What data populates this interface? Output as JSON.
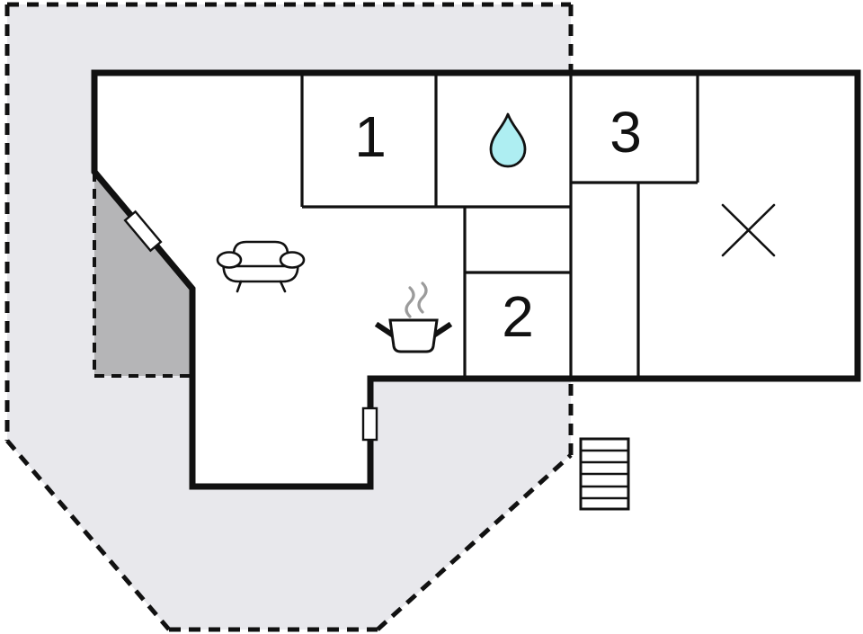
{
  "plan": {
    "type": "floor-plan",
    "rooms": [
      {
        "label": "1"
      },
      {
        "label": "2"
      },
      {
        "label": "3"
      }
    ],
    "icons": {
      "water_drop": "water-drop-icon",
      "sofa": "sofa-icon",
      "cooking_pot": "cooking-pot-icon",
      "steam": "steam-icon",
      "stairs": "stairs-icon",
      "cross": "cross-mark-icon",
      "door_markers": "door-marker"
    },
    "colors": {
      "wall": "#111111",
      "terrace": "#e8e8ec",
      "terrace_dark": "#b5b5b7",
      "drop_fill": "#aeeef2",
      "steam": "#9b9b9b",
      "interior_fill": "#ffffff"
    }
  }
}
